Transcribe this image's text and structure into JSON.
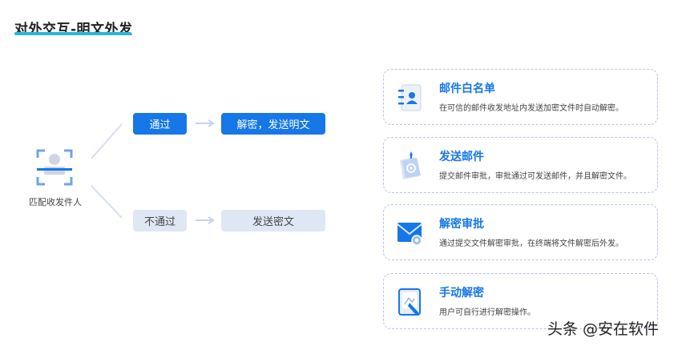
{
  "title": "对外交互-明文外发",
  "source": {
    "label": "匹配收发件人",
    "icon": "scan-person-icon"
  },
  "branches": {
    "pass": {
      "label": "通过",
      "result": "解密，发送明文"
    },
    "fail": {
      "label": "不通过",
      "result": "发送密文"
    }
  },
  "cards": [
    {
      "icon": "address-book-icon",
      "title": "邮件白名单",
      "desc": "在可信的邮件收发地址内发送加密文件时自动解密。"
    },
    {
      "icon": "send-mail-icon",
      "title": "发送邮件",
      "desc": "提交邮件审批，审批通过可发送邮件，并且解密文件。"
    },
    {
      "icon": "envelope-approval-icon",
      "title": "解密审批",
      "desc": "通过提交文件解密审批，在终端将文件解密后外发。"
    },
    {
      "icon": "manual-decrypt-icon",
      "title": "手动解密",
      "desc": "用户可自行进行解密操作。"
    }
  ],
  "watermark": "头条 @安在软件",
  "colors": {
    "accent": "#1677e8",
    "light": "#dfe7f4",
    "underline": "#29b6d8"
  }
}
